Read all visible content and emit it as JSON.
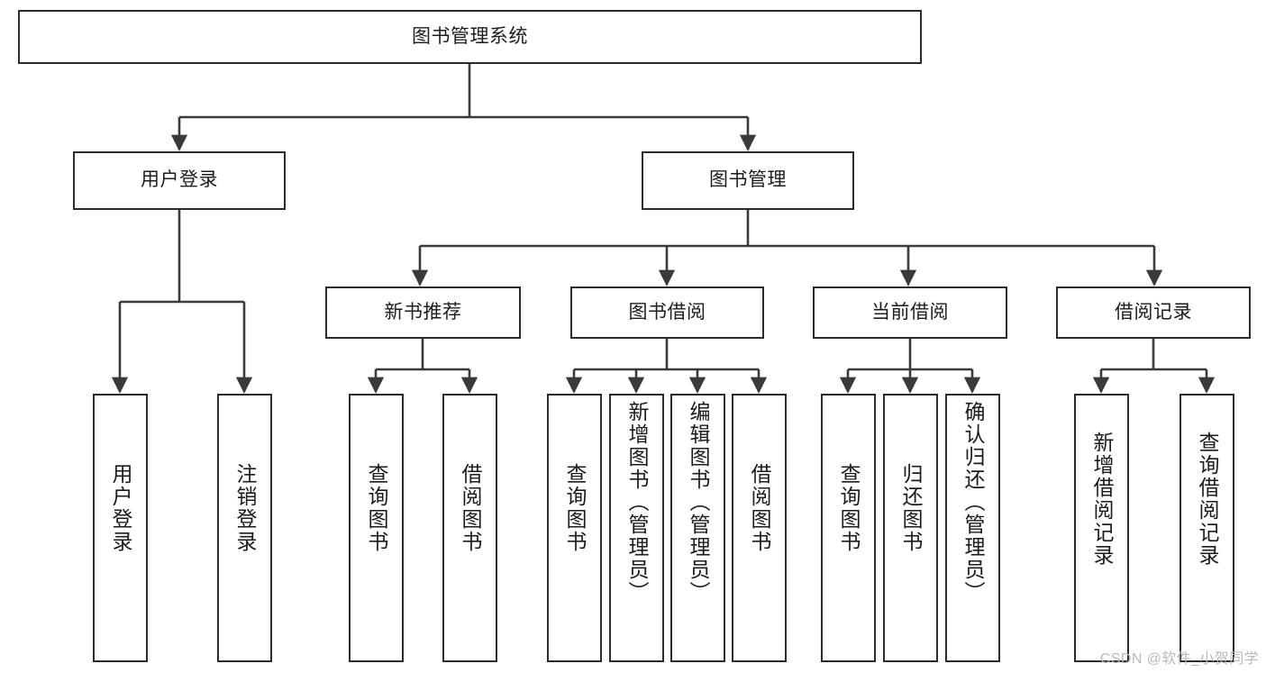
{
  "diagram": {
    "type": "tree",
    "title": "图书管理系统",
    "watermark": "CSDN @软件_小贺同学",
    "colors": {
      "box_border": "#2b2b2b",
      "box_fill": "#ffffff",
      "connector": "#3a3a3a",
      "text": "#1c1c1c",
      "watermark": "#b9b9b9",
      "background": "#ffffff"
    },
    "nodes": {
      "root": {
        "label": "图书管理系统",
        "orientation": "horizontal"
      },
      "user_login": {
        "label": "用户登录",
        "orientation": "horizontal"
      },
      "book_manage": {
        "label": "图书管理",
        "orientation": "horizontal"
      },
      "new_book_rec": {
        "label": "新书推荐",
        "orientation": "horizontal"
      },
      "book_borrow": {
        "label": "图书借阅",
        "orientation": "horizontal"
      },
      "current_borrow": {
        "label": "当前借阅",
        "orientation": "horizontal"
      },
      "borrow_record": {
        "label": "借阅记录",
        "orientation": "horizontal"
      },
      "leaf_user_login": {
        "label": "用户登录",
        "orientation": "vertical"
      },
      "leaf_user_logout": {
        "label": "注销登录",
        "orientation": "vertical"
      },
      "leaf_rec_query": {
        "label": "查询图书",
        "orientation": "vertical"
      },
      "leaf_rec_borrow": {
        "label": "借阅图书",
        "orientation": "vertical"
      },
      "leaf_borrow_query": {
        "label": "查询图书",
        "orientation": "vertical"
      },
      "leaf_borrow_add": {
        "label": "新增图书（管理员）",
        "orientation": "vertical"
      },
      "leaf_borrow_edit": {
        "label": "编辑图书（管理员）",
        "orientation": "vertical"
      },
      "leaf_borrow_lend": {
        "label": "借阅图书",
        "orientation": "vertical"
      },
      "leaf_cur_query": {
        "label": "查询图书",
        "orientation": "vertical"
      },
      "leaf_cur_return": {
        "label": "归还图书",
        "orientation": "vertical"
      },
      "leaf_cur_confirm": {
        "label": "确认归还（管理员）",
        "orientation": "vertical"
      },
      "leaf_rec_add": {
        "label": "新增借阅记录",
        "orientation": "vertical"
      },
      "leaf_rec_search": {
        "label": "查询借阅记录",
        "orientation": "vertical"
      }
    },
    "edges": [
      {
        "from": "root",
        "to": "user_login"
      },
      {
        "from": "root",
        "to": "book_manage"
      },
      {
        "from": "user_login",
        "to": "leaf_user_login"
      },
      {
        "from": "user_login",
        "to": "leaf_user_logout"
      },
      {
        "from": "book_manage",
        "to": "new_book_rec"
      },
      {
        "from": "book_manage",
        "to": "book_borrow"
      },
      {
        "from": "book_manage",
        "to": "current_borrow"
      },
      {
        "from": "book_manage",
        "to": "borrow_record"
      },
      {
        "from": "new_book_rec",
        "to": "leaf_rec_query"
      },
      {
        "from": "new_book_rec",
        "to": "leaf_rec_borrow"
      },
      {
        "from": "book_borrow",
        "to": "leaf_borrow_query"
      },
      {
        "from": "book_borrow",
        "to": "leaf_borrow_add"
      },
      {
        "from": "book_borrow",
        "to": "leaf_borrow_edit"
      },
      {
        "from": "book_borrow",
        "to": "leaf_borrow_lend"
      },
      {
        "from": "current_borrow",
        "to": "leaf_cur_query"
      },
      {
        "from": "current_borrow",
        "to": "leaf_cur_return"
      },
      {
        "from": "current_borrow",
        "to": "leaf_cur_confirm"
      },
      {
        "from": "borrow_record",
        "to": "leaf_rec_add"
      },
      {
        "from": "borrow_record",
        "to": "leaf_rec_search"
      }
    ]
  }
}
